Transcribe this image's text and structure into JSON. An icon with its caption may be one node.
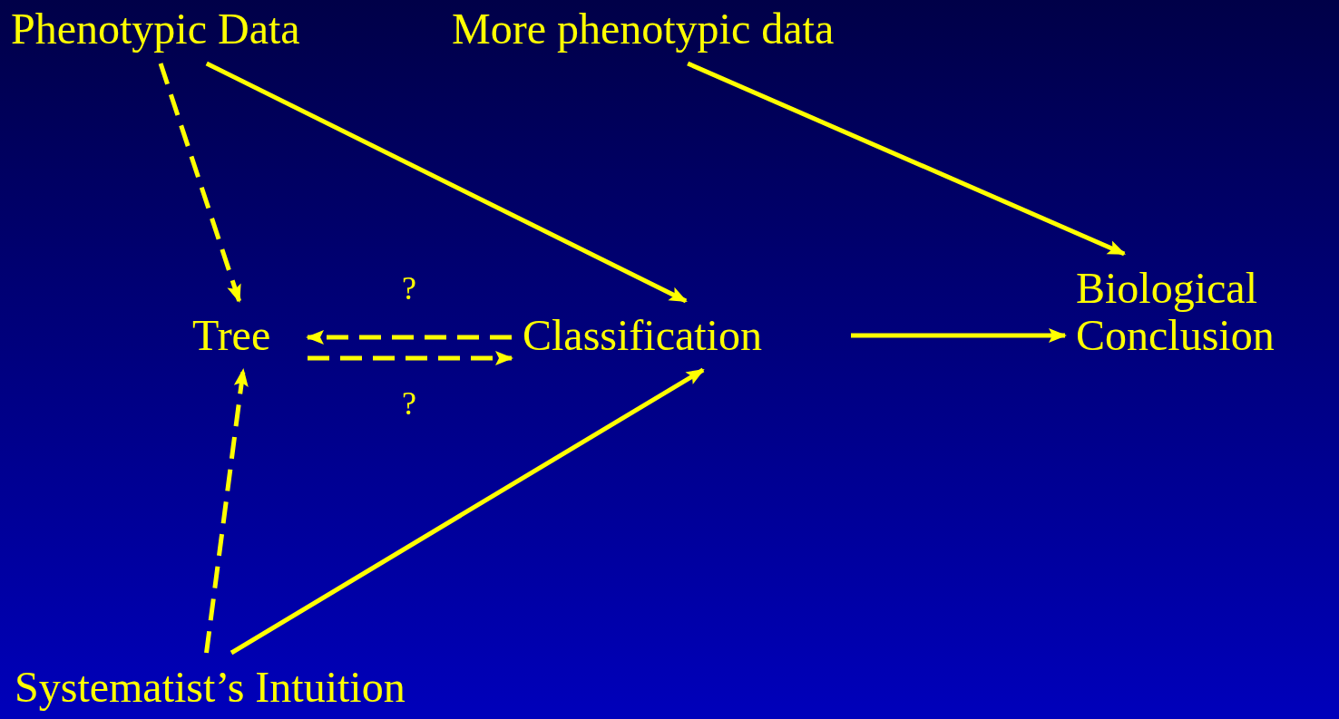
{
  "diagram": {
    "nodes": [
      {
        "text": [
          "Phenotypic Data"
        ]
      },
      {
        "text": [
          "More phenotypic data"
        ]
      },
      {
        "text": [
          "Tree"
        ]
      },
      {
        "text": [
          "Classification"
        ]
      },
      {
        "text": [
          "Biological Conclusion"
        ]
      },
      {
        "text": [
          "Systematist’s Intuition"
        ]
      }
    ],
    "edges": [
      {
        "from": 0,
        "to": 2,
        "arrow": "to",
        "style": "dashed"
      },
      {
        "from": 0,
        "to": 3,
        "arrow": "to"
      },
      {
        "from": 1,
        "to": 4,
        "arrow": "to"
      },
      {
        "from": 3,
        "to": 2,
        "arrow": "to",
        "style": "dashed",
        "label": "?"
      },
      {
        "from": 2,
        "to": 3,
        "arrow": "to",
        "style": "dashed",
        "label": "?"
      },
      {
        "from": 3,
        "to": 4,
        "arrow": "to"
      },
      {
        "from": 5,
        "to": 2,
        "arrow": "to",
        "style": "dashed"
      },
      {
        "from": 5,
        "to": 3,
        "arrow": "to"
      }
    ]
  }
}
